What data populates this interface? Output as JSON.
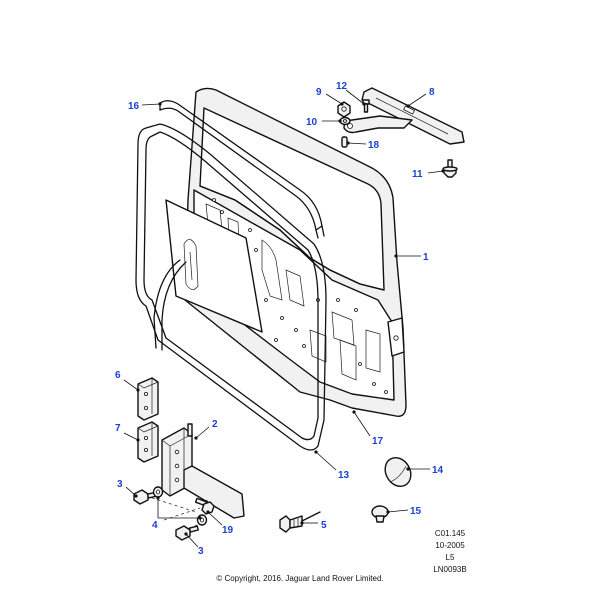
{
  "callouts": [
    {
      "id": "c1",
      "label": "1"
    },
    {
      "id": "c2",
      "label": "2"
    },
    {
      "id": "c3a",
      "label": "3"
    },
    {
      "id": "c3b",
      "label": "3"
    },
    {
      "id": "c4",
      "label": "4"
    },
    {
      "id": "c5",
      "label": "5"
    },
    {
      "id": "c6",
      "label": "6"
    },
    {
      "id": "c7",
      "label": "7"
    },
    {
      "id": "c8",
      "label": "8"
    },
    {
      "id": "c9",
      "label": "9"
    },
    {
      "id": "c10",
      "label": "10"
    },
    {
      "id": "c11",
      "label": "11"
    },
    {
      "id": "c12",
      "label": "12"
    },
    {
      "id": "c13",
      "label": "13"
    },
    {
      "id": "c14",
      "label": "14"
    },
    {
      "id": "c15",
      "label": "15"
    },
    {
      "id": "c16",
      "label": "16"
    },
    {
      "id": "c17",
      "label": "17"
    },
    {
      "id": "c18",
      "label": "18"
    },
    {
      "id": "c19",
      "label": "19"
    }
  ],
  "reference": {
    "code": "C01.145",
    "date": "10-2005",
    "variant": "L5",
    "illustration": "LN0093B"
  },
  "copyright": "© Copyright, 2016. Jaguar Land Rover Limited.",
  "colors": {
    "callout_text": "#1a3fd4",
    "line_art": "#111111",
    "background": "#ffffff"
  }
}
